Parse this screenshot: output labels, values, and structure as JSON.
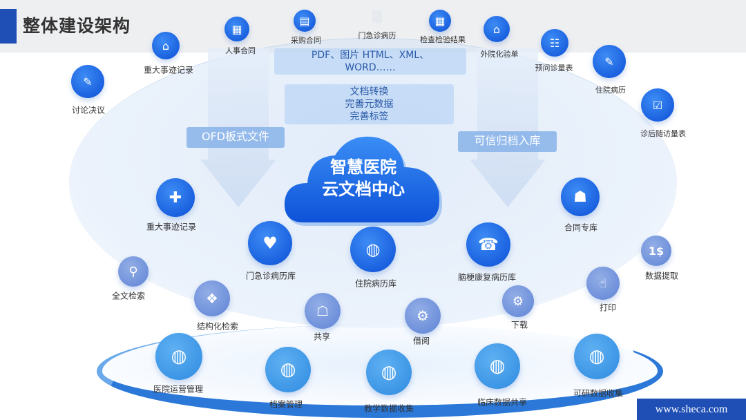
{
  "title": "整体建设架构",
  "formats_box": [
    "PDF、图片 HTML、XML、",
    "WORD……"
  ],
  "process_box": [
    "文档转换",
    "完善元数据",
    "完善标签"
  ],
  "left_tag": "OFD板式文件",
  "right_tag": "可信归档入库",
  "cloud": [
    "智慧医院",
    "云文档中心"
  ],
  "sources": [
    "讨论决议",
    "重大事迹记录",
    "人事合同",
    "采购合同",
    "门急诊病历",
    "检查检验结果",
    "外院化验单",
    "预问诊量表",
    "住院病历",
    "诊后随访量表"
  ],
  "libraries": [
    "重大事迹记录",
    "门急诊病历库",
    "住院病历库",
    "脑梗康复病历库",
    "合同专库"
  ],
  "functions": [
    "全文检索",
    "结构化检索",
    "共享",
    "借阅",
    "下载",
    "打印",
    "数据提取"
  ],
  "applications": [
    "医院运营管理",
    "档案管理",
    "教学数据收集",
    "临床数据共享",
    "可研数据收集"
  ],
  "footer": "www.sheca.com",
  "colors": {
    "accent": "#1f4fb5",
    "node_dark": "#0c4fd6",
    "node_mid": "#5f84d6",
    "node_light": "#2e8be0"
  }
}
